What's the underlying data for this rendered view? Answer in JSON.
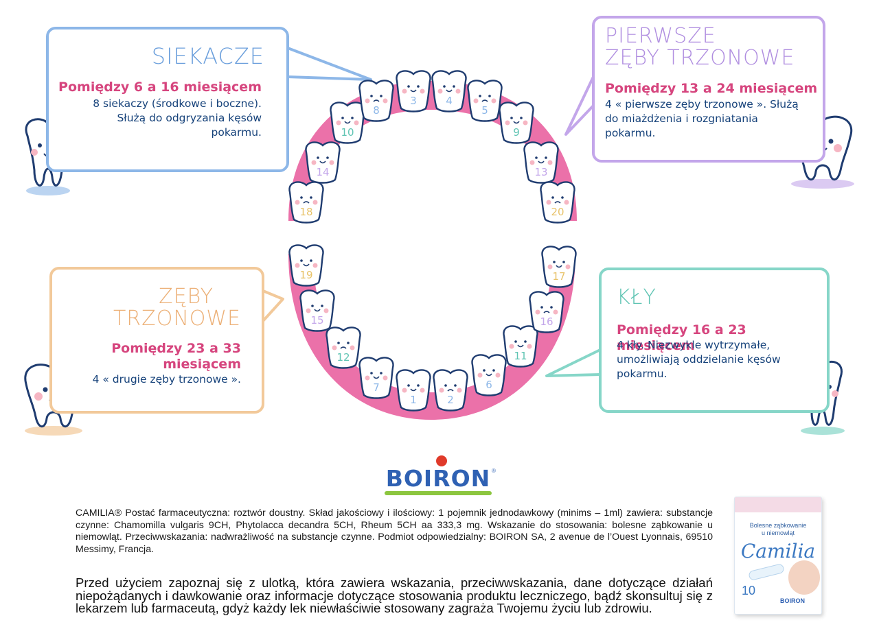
{
  "boxes": {
    "siekacze": {
      "title": "SIEKACZE",
      "age": "Pomiędzy 6 a 16 miesiącem",
      "desc": [
        "8 siekaczy (środkowe i boczne).",
        "Służą do odgryzania kęsów",
        "pokarmu."
      ],
      "color": "#8db7e8"
    },
    "pierwsze": {
      "title": [
        "PIERWSZE",
        "ZĘBY TRZONOWE"
      ],
      "age": "Pomiędzy 13 a 24 miesiącem",
      "desc": [
        "4 « pierwsze zęby trzonowe ». Służą",
        "do miażdżenia i rozgniatania",
        "pokarmu."
      ],
      "color": "#c3a6ea"
    },
    "zeby": {
      "title": [
        "ZĘBY",
        "TRZONOWE"
      ],
      "age": [
        "Pomiędzy 23 a 33",
        "miesiącem"
      ],
      "desc": [
        "4 « drugie zęby trzonowe »."
      ],
      "color": "#f2c99a"
    },
    "kly": {
      "title": "KŁY",
      "age": "Pomiędzy 16 a 23 miesiącem",
      "desc": [
        "4 kły. Niezwykle wytrzymałe,",
        "umożliwiają oddzielanie kęsów",
        "pokarmu."
      ],
      "color": "#86d6c8"
    }
  },
  "teeth": {
    "upper": [
      "18",
      "14",
      "10",
      "8",
      "3",
      "4",
      "5",
      "9",
      "13",
      "20"
    ],
    "lower": [
      "19",
      "15",
      "12",
      "7",
      "1",
      "2",
      "6",
      "11",
      "16",
      "17"
    ],
    "gum_color": "#e7589a"
  },
  "logo": {
    "text": "BOIRON",
    "reg": "®"
  },
  "legal_small": "CAMILIA® Postać farmaceutyczna: roztwór doustny. Skład jakościowy i ilościowy: 1 pojemnik jednodawkowy (minims – 1ml) zawiera: substancje czynne: Chamomilla vulgaris 9CH, Phytolacca decandra 5CH, Rheum 5CH aa 333,3 mg. Wskazanie do stosowania: bolesne ząbkowanie u niemowląt. Przeciwwskazania: nadwrażliwość na substancje czynne. Podmiot odpowiedzialny: BOIRON SA, 2 avenue de l’Ouest Lyonnais, 69510 Messimy, Francja.",
  "legal_big": "Przed użyciem zapoznaj się z ulotką, która zawiera wskazania, przeciwwskazania, dane dotyczące działań niepożądanych i dawkowanie oraz informacje dotyczące stosowania produktu leczniczego, bądź skonsultuj się z lekarzem lub farmaceutą, gdyż każdy lek niewłaściwie stosowany zagraża Twojemu życiu lub zdrowiu.",
  "product": {
    "subtitle": [
      "Bolesne ząbkowanie",
      "u niemowląt"
    ],
    "name": "Camilia",
    "count": "10",
    "brand": "BOIRON"
  }
}
